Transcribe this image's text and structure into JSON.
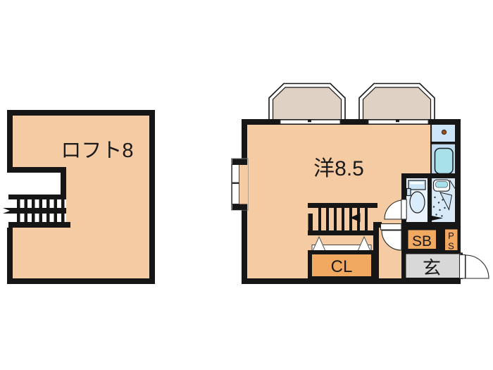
{
  "plan": {
    "loft_label": "ロフト8",
    "main_room_label": "洋8.5",
    "closet_label": "CL",
    "shoe_box_label": "SB",
    "pipe_space_line1": "P",
    "pipe_space_line2": "S",
    "entrance_label": "玄"
  },
  "icons": {
    "stove_burner": "dot",
    "kitchen_sink": "rounded-square",
    "toilet": "tank-and-bowl",
    "washbasin": "rounded-rect-with-oval",
    "shower_spray": "dots",
    "stairs": "ladder-rails",
    "door_swing": "quarter-circle-arc",
    "hanger_marks": "triangles"
  },
  "colors": {
    "wall": "#161616",
    "room": "#F5CBA3",
    "bay": "#DFD2C5",
    "orange": "#F1A860",
    "gray": "#D8D8D8",
    "counter": "#CCE5F8",
    "kitchen": "#BFDCF2",
    "sink": "#A9E1EA",
    "bath": "#D7E9F7",
    "toilet-room": "#EAF3FB",
    "fixture": "#C9E3F7",
    "bowl": "#DAECFB",
    "burner_dot": "#9C4F21"
  }
}
